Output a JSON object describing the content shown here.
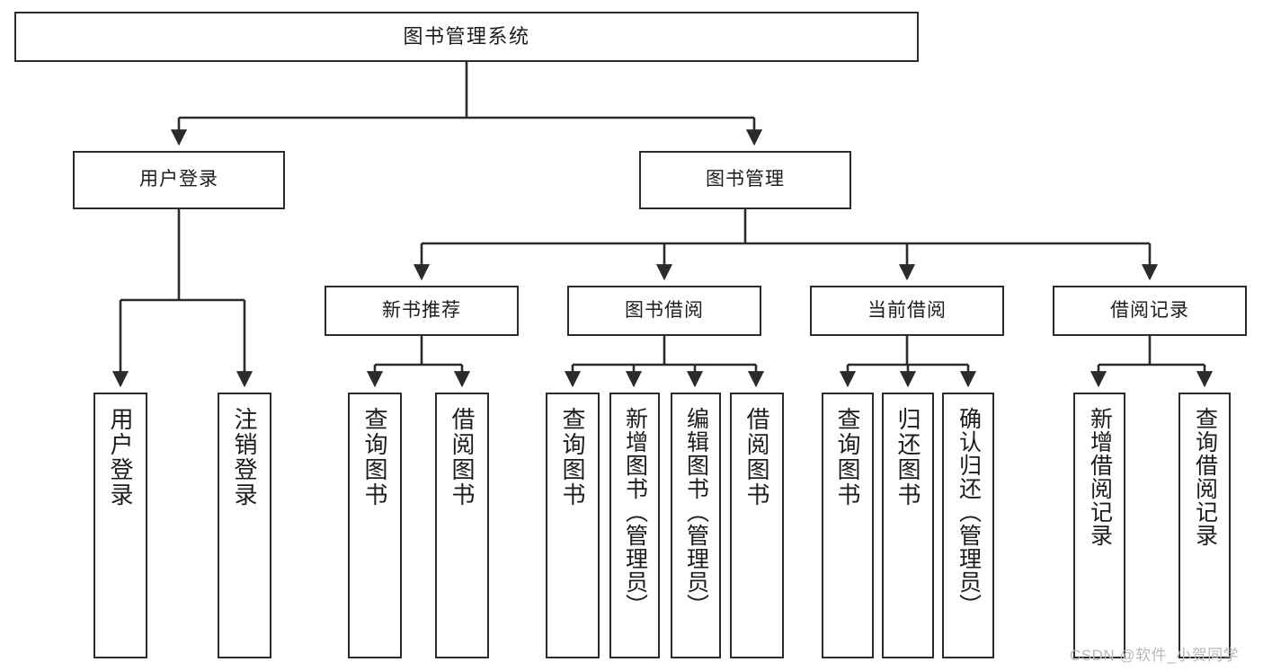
{
  "diagram": {
    "type": "tree-hierarchy-chart",
    "title": "图书管理系统",
    "watermark": "CSDN @软件_小贺同学",
    "colors": {
      "box_border": "#2b2b2b",
      "box_fill": "#ffffff",
      "connector": "#2b2b2b",
      "text": "#1c1c1c",
      "watermark": "#b9b9b9"
    },
    "levels": {
      "root": {
        "label": "图书管理系统"
      },
      "level2": [
        {
          "label": "用户登录"
        },
        {
          "label": "图书管理"
        }
      ],
      "level3": [
        {
          "label": "新书推荐"
        },
        {
          "label": "图书借阅"
        },
        {
          "label": "当前借阅"
        },
        {
          "label": "借阅记录"
        }
      ],
      "leaves": {
        "user_login": [
          {
            "label": "用户登录"
          },
          {
            "label": "注销登录"
          }
        ],
        "new_book_recommend": [
          {
            "label": "查询图书"
          },
          {
            "label": "借阅图书"
          }
        ],
        "book_borrow": [
          {
            "label": "查询图书"
          },
          {
            "label": "新增图书（管理员）"
          },
          {
            "label": "编辑图书（管理员）"
          },
          {
            "label": "借阅图书"
          }
        ],
        "current_borrow": [
          {
            "label": "查询图书"
          },
          {
            "label": "归还图书"
          },
          {
            "label": "确认归还（管理员）"
          }
        ],
        "borrow_record": [
          {
            "label": "新增借阅记录"
          },
          {
            "label": "查询借阅记录"
          }
        ]
      }
    }
  }
}
